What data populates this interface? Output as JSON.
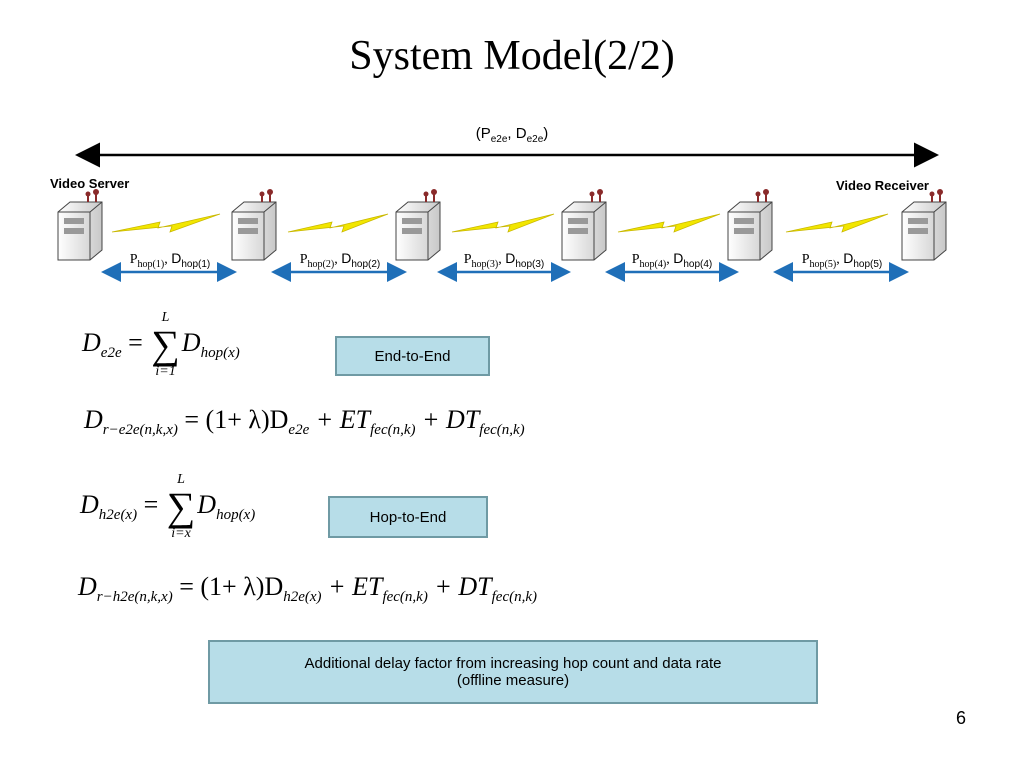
{
  "title": "System Model(2/2)",
  "e2e": {
    "p": "P",
    "p_sub": "e2e",
    "d": "D",
    "d_sub": "e2e"
  },
  "server_label": "Video Server",
  "receiver_label": "Video Receiver",
  "hops": [
    {
      "p_sub": "hop(1)",
      "d_sub": "hop(1)"
    },
    {
      "p_sub": "hop(2)",
      "d_sub": "hop(2)"
    },
    {
      "p_sub": "hop(3)",
      "d_sub": "hop(3)"
    },
    {
      "p_sub": "hop(4)",
      "d_sub": "hop(4)"
    },
    {
      "p_sub": "hop(5)",
      "d_sub": "hop(5)"
    }
  ],
  "hop_p": "P",
  "hop_d": "D",
  "eq1": {
    "lhs": "D",
    "lhs_sub": "e2e",
    "eq": "=",
    "top": "L",
    "bottom": "i=1",
    "rhs": "D",
    "rhs_sub": "hop(x)"
  },
  "eq2": {
    "lhs": "D",
    "lhs_sub": "r−e2e(n,k,x)",
    "mid": "= (1+ λ)D",
    "mid_sub": "e2e",
    "t1": "+ ET",
    "t1_sub": "fec(n,k)",
    "t2": "+ DT",
    "t2_sub": "fec(n,k)"
  },
  "eq3": {
    "lhs": "D",
    "lhs_sub": "h2e(x)",
    "eq": "=",
    "top": "L",
    "bottom": "i=x",
    "rhs": "D",
    "rhs_sub": "hop(x)"
  },
  "eq4": {
    "lhs": "D",
    "lhs_sub": "r−h2e(n,k,x)",
    "mid": "= (1+ λ)D",
    "mid_sub": "h2e(x)",
    "t1": "+ ET",
    "t1_sub": "fec(n,k)",
    "t2": "+ DT",
    "t2_sub": "fec(n,k)"
  },
  "box_end_to_end": "End-to-End",
  "box_hop_to_end": "Hop-to-End",
  "note": {
    "line1": "Additional delay factor from increasing hop count and data rate",
    "line2": "(offline measure)"
  },
  "page_number": "6",
  "colors": {
    "arrow_blue": "#1f6fb8",
    "box_fill": "#b7dde8",
    "box_border": "#6f9aa4",
    "bolt_yellow": "#f2e600",
    "server_red": "#8a2a2a"
  }
}
